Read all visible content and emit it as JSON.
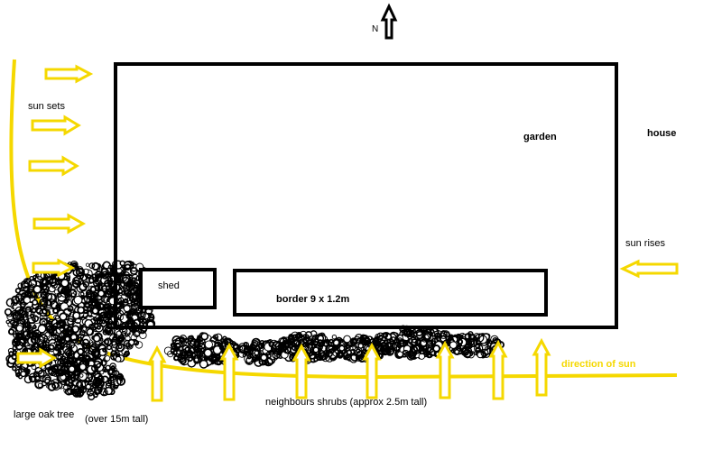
{
  "labels": {
    "north": "N",
    "sun_sets": "sun sets",
    "garden": "garden",
    "house": "house",
    "sun_rises": "sun rises",
    "shed": "shed",
    "border": "border 9 x 1.2m",
    "direction_of_sun": "direction of sun",
    "neighbours_shrubs": "neighbours shrubs (approx 2.5m tall)",
    "large_oak_tree": "large oak tree",
    "oak_height": "(over 15m tall)"
  },
  "colors": {
    "sun": "#f5d800",
    "outline": "#000000",
    "foliage": "#000000"
  },
  "icons": {
    "north_arrow": "up-arrow-icon",
    "sun_arrow": "arrow-icon"
  }
}
